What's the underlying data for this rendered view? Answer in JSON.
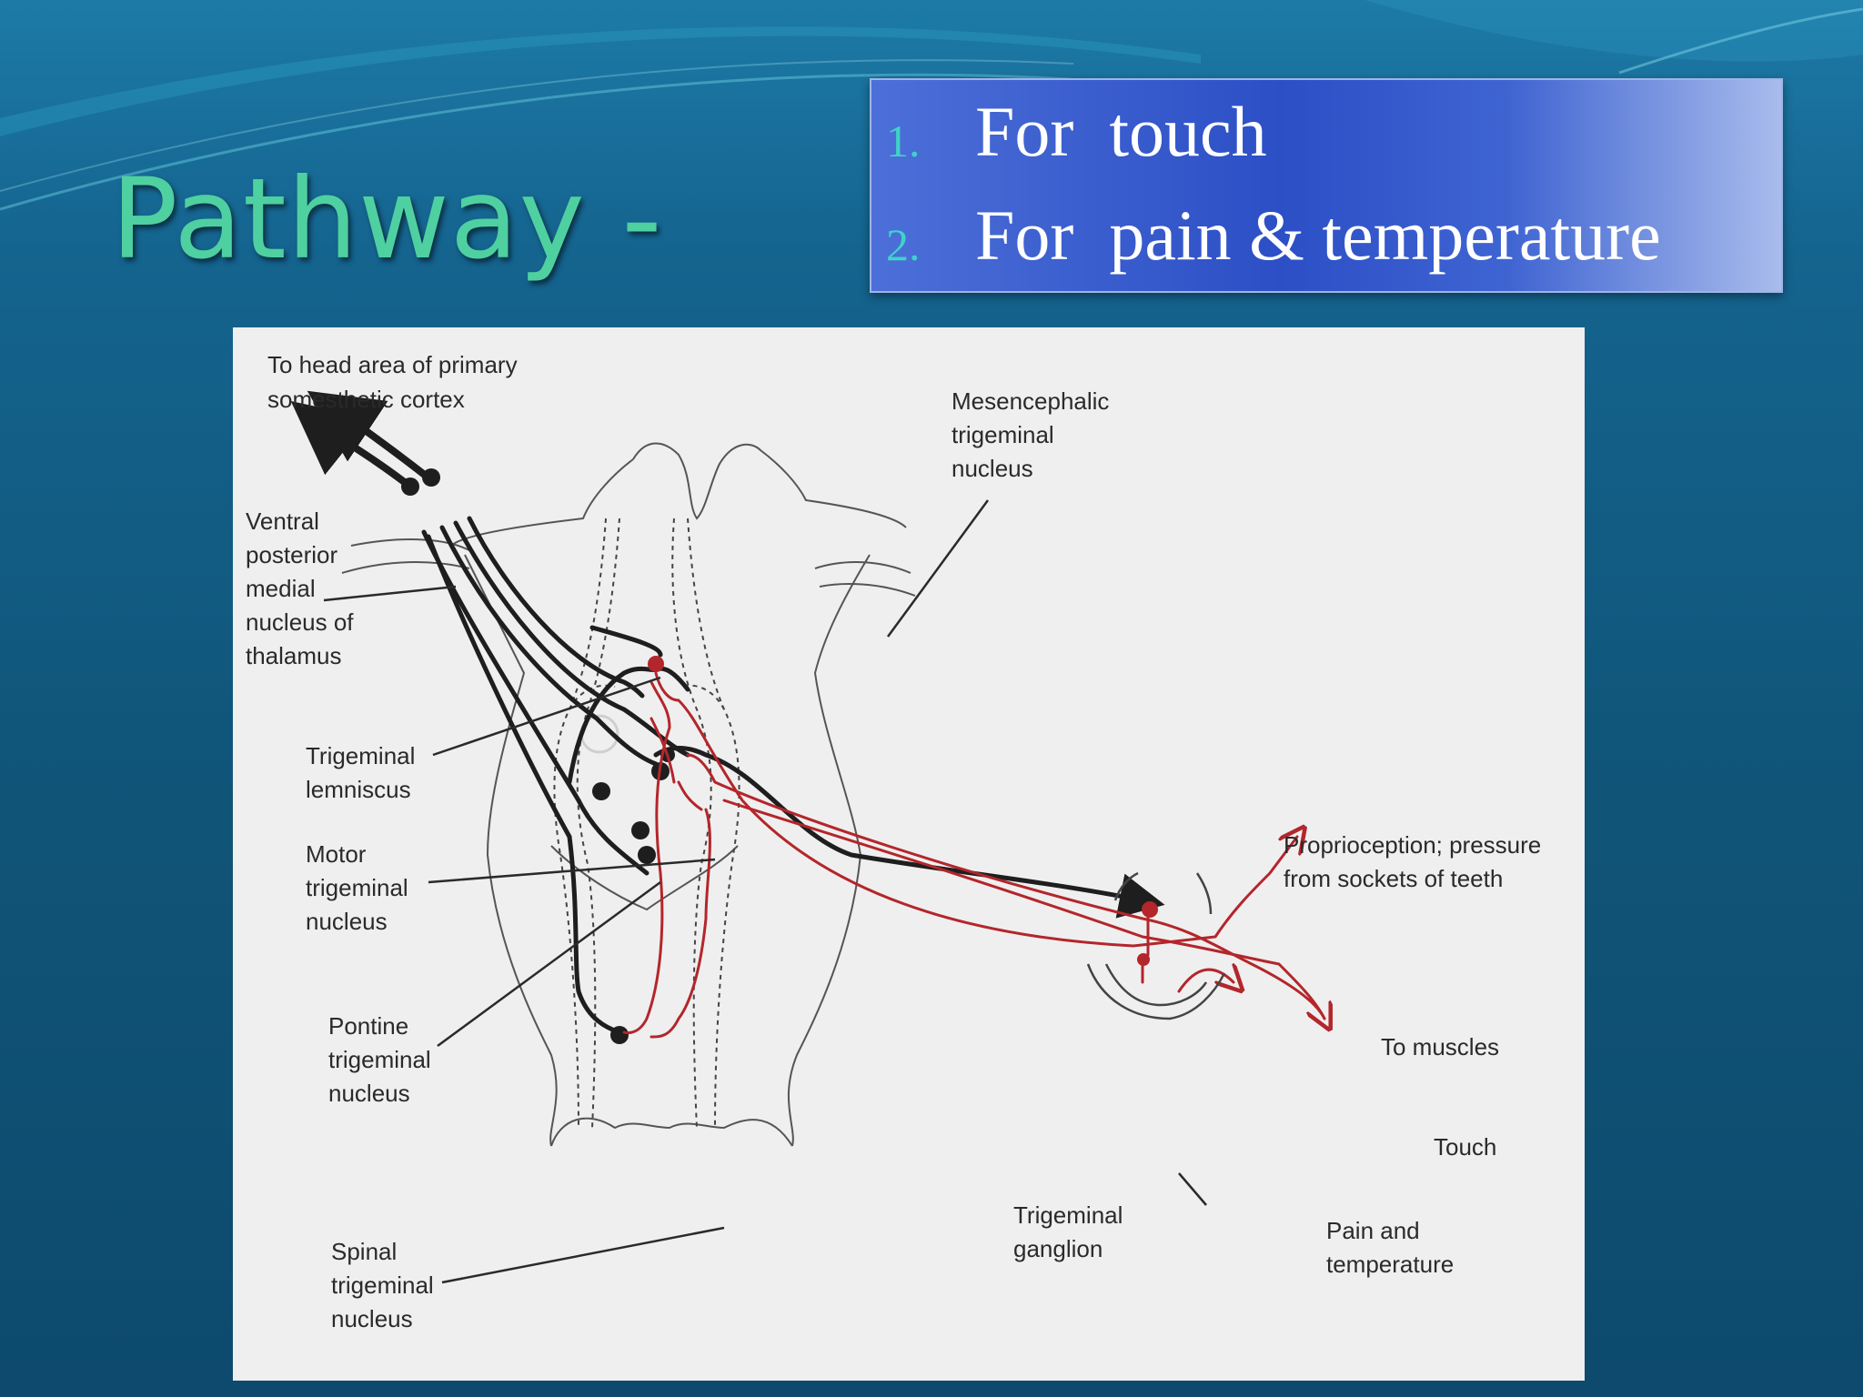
{
  "slide": {
    "title": "Pathway -",
    "bullets": [
      {
        "number": "1.",
        "text": "For  touch"
      },
      {
        "number": "2.",
        "text": "For  pain & temperature"
      }
    ]
  },
  "diagram": {
    "labels": {
      "to_head_area_1": "To head area of primary",
      "to_head_area_2": "somesthetic cortex",
      "vpm_1": "Ventral",
      "vpm_2": "posterior",
      "vpm_3": "medial",
      "vpm_4": "nucleus of",
      "vpm_5": "thalamus",
      "lemniscus_1": "Trigeminal",
      "lemniscus_2": "lemniscus",
      "motor_1": "Motor",
      "motor_2": "trigeminal",
      "motor_3": "nucleus",
      "pontine_1": "Pontine",
      "pontine_2": "trigeminal",
      "pontine_3": "nucleus",
      "spinal_1": "Spinal",
      "spinal_2": "trigeminal",
      "spinal_3": "nucleus",
      "mesen_1": "Mesencephalic",
      "mesen_2": "trigeminal",
      "mesen_3": "nucleus",
      "proprio_1": "Proprioception; pressure",
      "proprio_2": "from sockets of teeth",
      "to_muscles": "To muscles",
      "touch": "Touch",
      "ganglion_1": "Trigeminal",
      "ganglion_2": "ganglion",
      "pain_1": "Pain and",
      "pain_2": "temperature"
    },
    "colors": {
      "pathway_dark": "#1e1e1e",
      "pathway_red": "#b3262b",
      "outline": "#555555"
    }
  }
}
